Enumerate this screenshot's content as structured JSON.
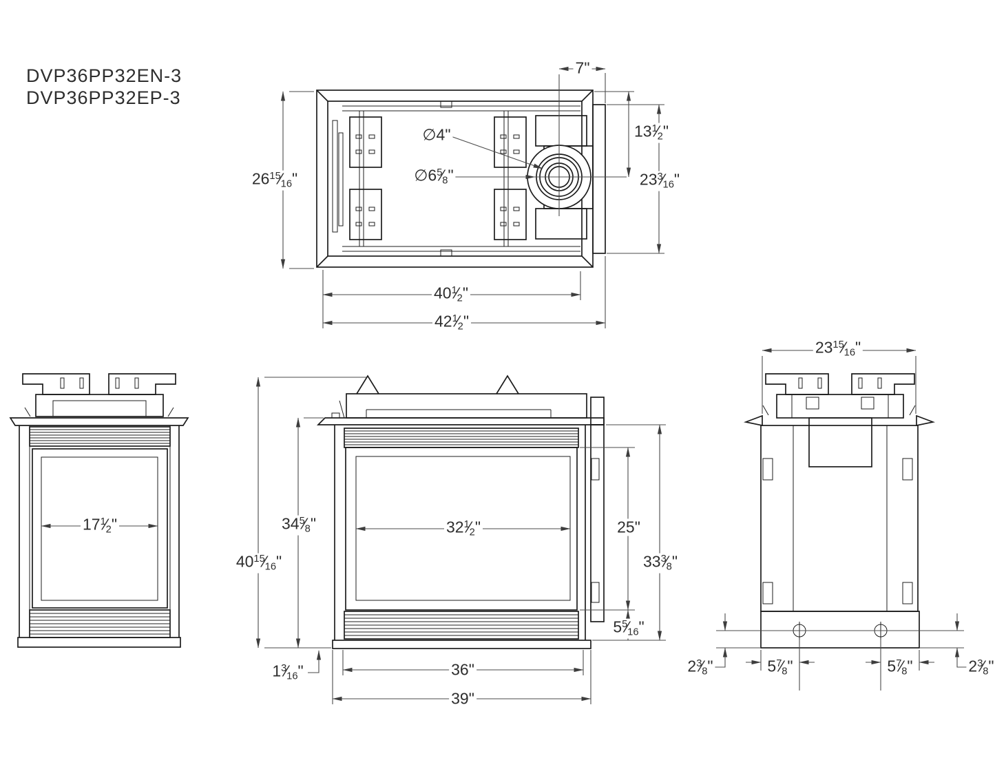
{
  "title": {
    "model_line_1": "DVP36PP32EN-3",
    "model_line_2": "DVP36PP32EP-3"
  },
  "top_view": {
    "depth_overall": "26 15/16\"",
    "flue_center_to_back": "7\"",
    "top_to_flue_center": "13 1/2\"",
    "back_panel_depth": "23 3/16\"",
    "inner_width": "40 1/2\"",
    "overall_width": "42 1/2\"",
    "flue_inner_diameter": "∅4\"",
    "flue_outer_diameter": "∅6 5/8\""
  },
  "front_narrow_view": {
    "glass_width": "17 1/2\""
  },
  "front_view": {
    "overall_height": "40 15/16\"",
    "hood_to_base_height": "34 5/8\"",
    "glass_width": "32 1/2\"",
    "glass_height": "25\"",
    "body_height": "33 3/8\"",
    "bottom_louver_height": "5 5/16\"",
    "base_lip_height": "1 3/16\"",
    "louver_width": "36\"",
    "base_width": "39\""
  },
  "side_view": {
    "depth_overall": "23 15/16\"",
    "hole_height_left": "2 3/8\"",
    "hole_inset_left": "5 7/8\"",
    "hole_inset_right": "5 7/8\"",
    "hole_height_right": "2 3/8\""
  }
}
